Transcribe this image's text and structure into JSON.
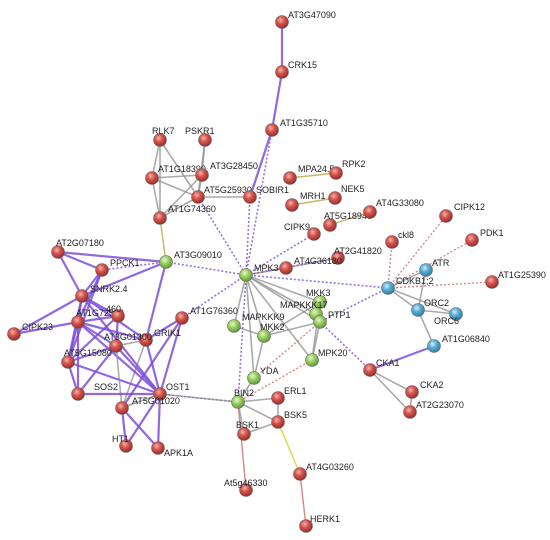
{
  "network": {
    "colors": {
      "red_node": "#c9403a",
      "green_node": "#8fcf55",
      "blue_node": "#4aa3cc",
      "edge_purple": "#7c4ddb",
      "edge_grey": "#8d8d8d",
      "edge_olive": "#b5a640",
      "edge_pink": "#cc6a6a",
      "edge_yellow": "#d9d030"
    },
    "nodes": [
      {
        "id": "AT3G47090",
        "label": "AT3G47090",
        "color": "red"
      },
      {
        "id": "CRK15",
        "label": "CRK15",
        "color": "red"
      },
      {
        "id": "AT1G35710",
        "label": "AT1G35710",
        "color": "red"
      },
      {
        "id": "RLK7",
        "label": "RLK7",
        "color": "red"
      },
      {
        "id": "PSKR1",
        "label": "PSKR1",
        "color": "red"
      },
      {
        "id": "AT1G18390",
        "label": "AT1G18390",
        "color": "red"
      },
      {
        "id": "AT3G28450",
        "label": "AT3G28450",
        "color": "red"
      },
      {
        "id": "AT5G25930",
        "label": "AT5G25930",
        "color": "red"
      },
      {
        "id": "SOBIR1",
        "label": "SOBIR1",
        "color": "red"
      },
      {
        "id": "AT1G74360",
        "label": "AT1G74360",
        "color": "red"
      },
      {
        "id": "MPA24.5",
        "label": "MPA24.5",
        "color": "red"
      },
      {
        "id": "RPK2",
        "label": "RPK2",
        "color": "red"
      },
      {
        "id": "MRH1",
        "label": "MRH1",
        "color": "red"
      },
      {
        "id": "NEK5",
        "label": "NEK5",
        "color": "red"
      },
      {
        "id": "AT5G18940",
        "label": "AT5G18940",
        "color": "red"
      },
      {
        "id": "AT4G33080",
        "label": "AT4G33080",
        "color": "red"
      },
      {
        "id": "CIPK12",
        "label": "CIPK12",
        "color": "red"
      },
      {
        "id": "CIPK9",
        "label": "CIPK9",
        "color": "red"
      },
      {
        "id": "ckl8",
        "label": "ckl8",
        "color": "red"
      },
      {
        "id": "PDK1",
        "label": "PDK1",
        "color": "red"
      },
      {
        "id": "AT2G41820",
        "label": "AT2G41820",
        "color": "red"
      },
      {
        "id": "AT2G07180",
        "label": "AT2G07180",
        "color": "red"
      },
      {
        "id": "AT3G09010",
        "label": "AT3G09010",
        "color": "green"
      },
      {
        "id": "PPCK1",
        "label": "PPCK1",
        "color": "red"
      },
      {
        "id": "MPK3",
        "label": "MPK3",
        "color": "green"
      },
      {
        "id": "AT4G36180",
        "label": "AT4G36180",
        "color": "red"
      },
      {
        "id": "ATR",
        "label": "ATR",
        "color": "blue"
      },
      {
        "id": "CDKB1;2",
        "label": "CDKB1;2",
        "color": "blue"
      },
      {
        "id": "AT1G25390",
        "label": "AT1G25390",
        "color": "red"
      },
      {
        "id": "SNRK2.4",
        "label": "SNRK2.4",
        "color": "red"
      },
      {
        "id": "AT1G72540",
        "label": "AT1G72540",
        "color": "red"
      },
      {
        "id": "AT3G46460",
        "label": "460",
        "color": "red"
      },
      {
        "id": "AT1G76360",
        "label": "AT1G76360",
        "color": "red"
      },
      {
        "id": "MKK3",
        "label": "MKK3",
        "color": "green"
      },
      {
        "id": "MAPKKK17",
        "label": "MAPKKK17",
        "color": "green"
      },
      {
        "id": "PTP1",
        "label": "PTP1",
        "color": "green"
      },
      {
        "id": "ORC2",
        "label": "ORC2",
        "color": "blue"
      },
      {
        "id": "ORC6",
        "label": "ORC6",
        "color": "blue"
      },
      {
        "id": "CIPK23",
        "label": "CIPK23",
        "color": "red"
      },
      {
        "id": "GRIK1",
        "label": "GRIK1",
        "color": "red"
      },
      {
        "id": "MAPKKK9",
        "label": "MAPKKK9",
        "color": "green"
      },
      {
        "id": "MKK2",
        "label": "MKK2",
        "color": "green"
      },
      {
        "id": "AT3G01300",
        "label": "AT3G01300",
        "color": "red"
      },
      {
        "id": "AT5G15080",
        "label": "AT5G15080",
        "color": "red"
      },
      {
        "id": "AT1G06840",
        "label": "AT1G06840",
        "color": "blue"
      },
      {
        "id": "MPK20",
        "label": "MPK20",
        "color": "green"
      },
      {
        "id": "YDA",
        "label": "YDA",
        "color": "green"
      },
      {
        "id": "CKA1",
        "label": "CKA1",
        "color": "red"
      },
      {
        "id": "SOS2",
        "label": "SOS2",
        "color": "red"
      },
      {
        "id": "OST1",
        "label": "OST1",
        "color": "red"
      },
      {
        "id": "BIN2",
        "label": "BIN2",
        "color": "green"
      },
      {
        "id": "ERL1",
        "label": "ERL1",
        "color": "red"
      },
      {
        "id": "CKA2",
        "label": "CKA2",
        "color": "red"
      },
      {
        "id": "AT5G01020",
        "label": "AT5G01020",
        "color": "red"
      },
      {
        "id": "BSK5",
        "label": "BSK5",
        "color": "red"
      },
      {
        "id": "AT2G23070",
        "label": "AT2G23070",
        "color": "red"
      },
      {
        "id": "HT1",
        "label": "HT1",
        "color": "red"
      },
      {
        "id": "APK1A",
        "label": "APK1A",
        "color": "red"
      },
      {
        "id": "BSK1",
        "label": "BSK1",
        "color": "red"
      },
      {
        "id": "AT4G03260",
        "label": "AT4G03260",
        "color": "red"
      },
      {
        "id": "At5g46330",
        "label": "At5g46330",
        "color": "red"
      },
      {
        "id": "HERK1",
        "label": "HERK1",
        "color": "red"
      }
    ],
    "edges": [
      {
        "a": "AT3G47090",
        "b": "CRK15",
        "kind": "purple"
      },
      {
        "a": "CRK15",
        "b": "AT1G35710",
        "kind": "purple"
      },
      {
        "a": "AT1G35710",
        "b": "SOBIR1",
        "kind": "purple"
      },
      {
        "a": "AT1G35710",
        "b": "MPK3",
        "kind": "purple-dot"
      },
      {
        "a": "SOBIR1",
        "b": "AT5G25930",
        "kind": "grey"
      },
      {
        "a": "SOBIR1",
        "b": "MPK3",
        "kind": "purple-dot"
      },
      {
        "a": "AT5G25930",
        "b": "AT1G18390",
        "kind": "grey"
      },
      {
        "a": "AT5G25930",
        "b": "AT3G28450",
        "kind": "grey"
      },
      {
        "a": "AT5G25930",
        "b": "AT1G74360",
        "kind": "grey"
      },
      {
        "a": "AT5G25930",
        "b": "RLK7",
        "kind": "grey"
      },
      {
        "a": "AT5G25930",
        "b": "PSKR1",
        "kind": "grey"
      },
      {
        "a": "AT5G25930",
        "b": "MPK3",
        "kind": "purple-dot"
      },
      {
        "a": "RLK7",
        "b": "AT1G18390",
        "kind": "grey"
      },
      {
        "a": "RLK7",
        "b": "AT1G74360",
        "kind": "grey"
      },
      {
        "a": "PSKR1",
        "b": "AT3G28450",
        "kind": "grey"
      },
      {
        "a": "AT1G18390",
        "b": "AT3G28450",
        "kind": "grey"
      },
      {
        "a": "AT1G18390",
        "b": "AT1G74360",
        "kind": "grey"
      },
      {
        "a": "AT1G74360",
        "b": "AT3G09010",
        "kind": "olive"
      },
      {
        "a": "AT3G28450",
        "b": "AT1G74360",
        "kind": "grey"
      },
      {
        "a": "MPA24.5",
        "b": "RPK2",
        "kind": "olive"
      },
      {
        "a": "MRH1",
        "b": "NEK5",
        "kind": "olive"
      },
      {
        "a": "AT5G18940",
        "b": "AT4G33080",
        "kind": "olive"
      },
      {
        "a": "AT3G09010",
        "b": "PPCK1",
        "kind": "purple-dot"
      },
      {
        "a": "AT3G09010",
        "b": "MPK3",
        "kind": "purple-dot"
      },
      {
        "a": "AT3G09010",
        "b": "AT2G07180",
        "kind": "purple"
      },
      {
        "a": "AT3G09010",
        "b": "SNRK2.4",
        "kind": "purple"
      },
      {
        "a": "AT3G09010",
        "b": "GRIK1",
        "kind": "purple"
      },
      {
        "a": "MPK3",
        "b": "CIPK9",
        "kind": "purple-dot"
      },
      {
        "a": "MPK3",
        "b": "AT2G41820",
        "kind": "grey"
      },
      {
        "a": "MPK3",
        "b": "AT4G36180",
        "kind": "olive"
      },
      {
        "a": "MPK3",
        "b": "MKK3",
        "kind": "grey"
      },
      {
        "a": "MPK3",
        "b": "MKK2",
        "kind": "grey"
      },
      {
        "a": "MPK3",
        "b": "MAPKKK9",
        "kind": "grey"
      },
      {
        "a": "MPK3",
        "b": "MAPKKK17",
        "kind": "grey"
      },
      {
        "a": "MPK3",
        "b": "PTP1",
        "kind": "grey"
      },
      {
        "a": "MPK3",
        "b": "YDA",
        "kind": "grey"
      },
      {
        "a": "MPK3",
        "b": "MPK20",
        "kind": "grey"
      },
      {
        "a": "MPK3",
        "b": "AT1G76360",
        "kind": "purple-dot"
      },
      {
        "a": "MPK3",
        "b": "CDKB1;2",
        "kind": "purple-dot"
      },
      {
        "a": "MPK3",
        "b": "BIN2",
        "kind": "purple-dot"
      },
      {
        "a": "AT2G41820",
        "b": "MPK3",
        "kind": "purple-dot"
      },
      {
        "a": "CDKB1;2",
        "b": "ckl8",
        "kind": "pink-dot"
      },
      {
        "a": "CDKB1;2",
        "b": "CIPK12",
        "kind": "pink-dot"
      },
      {
        "a": "CDKB1;2",
        "b": "PDK1",
        "kind": "pink-dot"
      },
      {
        "a": "CDKB1;2",
        "b": "AT1G25390",
        "kind": "pink-dot"
      },
      {
        "a": "CDKB1;2",
        "b": "ATR",
        "kind": "grey"
      },
      {
        "a": "CDKB1;2",
        "b": "ORC2",
        "kind": "grey"
      },
      {
        "a": "CDKB1;2",
        "b": "ORC6",
        "kind": "grey"
      },
      {
        "a": "CDKB1;2",
        "b": "PTP1",
        "kind": "purple-dot"
      },
      {
        "a": "ATR",
        "b": "ORC2",
        "kind": "grey"
      },
      {
        "a": "ORC2",
        "b": "ORC6",
        "kind": "grey"
      },
      {
        "a": "ORC2",
        "b": "AT1G06840",
        "kind": "grey"
      },
      {
        "a": "AT1G06840",
        "b": "CKA1",
        "kind": "purple"
      },
      {
        "a": "CKA1",
        "b": "CKA2",
        "kind": "grey"
      },
      {
        "a": "CKA1",
        "b": "AT2G23070",
        "kind": "grey"
      },
      {
        "a": "CKA2",
        "b": "AT2G23070",
        "kind": "grey"
      },
      {
        "a": "PTP1",
        "b": "CKA1",
        "kind": "purple-dot"
      },
      {
        "a": "PTP1",
        "b": "MKK2",
        "kind": "grey"
      },
      {
        "a": "PTP1",
        "b": "MPK20",
        "kind": "grey"
      },
      {
        "a": "PTP1",
        "b": "YDA",
        "kind": "pink-dot"
      },
      {
        "a": "MKK3",
        "b": "MKK2",
        "kind": "grey"
      },
      {
        "a": "MKK3",
        "b": "MPK20",
        "kind": "grey"
      },
      {
        "a": "MAPKKK17",
        "b": "MKK3",
        "kind": "grey"
      },
      {
        "a": "MAPKKK9",
        "b": "MKK2",
        "kind": "grey"
      },
      {
        "a": "MKK2",
        "b": "YDA",
        "kind": "grey"
      },
      {
        "a": "YDA",
        "b": "BIN2",
        "kind": "grey"
      },
      {
        "a": "MPK20",
        "b": "BIN2",
        "kind": "pink-dot"
      },
      {
        "a": "BIN2",
        "b": "ERL1",
        "kind": "grey"
      },
      {
        "a": "BIN2",
        "b": "BSK5",
        "kind": "grey"
      },
      {
        "a": "BIN2",
        "b": "BSK1",
        "kind": "grey"
      },
      {
        "a": "BIN2",
        "b": "OST1",
        "kind": "purple-dot"
      },
      {
        "a": "BIN2",
        "b": "At5g46330",
        "kind": "pink"
      },
      {
        "a": "BSK1",
        "b": "BSK5",
        "kind": "grey"
      },
      {
        "a": "BSK5",
        "b": "ERL1",
        "kind": "grey"
      },
      {
        "a": "BSK5",
        "b": "AT4G03260",
        "kind": "yellow"
      },
      {
        "a": "AT4G03260",
        "b": "HERK1",
        "kind": "pink"
      },
      {
        "a": "GRIK1",
        "b": "OST1",
        "kind": "purple"
      },
      {
        "a": "GRIK1",
        "b": "SNRK2.4",
        "kind": "purple"
      },
      {
        "a": "GRIK1",
        "b": "AT1G76360",
        "kind": "purple"
      },
      {
        "a": "GRIK1",
        "b": "AT3G01300",
        "kind": "grey"
      },
      {
        "a": "GRIK1",
        "b": "AT5G01020",
        "kind": "grey"
      },
      {
        "a": "GRIK1",
        "b": "AT1G72540",
        "kind": "purple"
      },
      {
        "a": "AT2G07180",
        "b": "PPCK1",
        "kind": "purple"
      },
      {
        "a": "AT2G07180",
        "b": "SNRK2.4",
        "kind": "purple"
      },
      {
        "a": "PPCK1",
        "b": "SNRK2.4",
        "kind": "purple"
      },
      {
        "a": "PPCK1",
        "b": "AT1G72540",
        "kind": "purple"
      },
      {
        "a": "PPCK1",
        "b": "AT5G15080",
        "kind": "purple"
      },
      {
        "a": "SNRK2.4",
        "b": "AT1G72540",
        "kind": "purple"
      },
      {
        "a": "SNRK2.4",
        "b": "AT3G46460",
        "kind": "purple"
      },
      {
        "a": "SNRK2.4",
        "b": "CIPK23",
        "kind": "purple"
      },
      {
        "a": "SNRK2.4",
        "b": "AT5G15080",
        "kind": "purple"
      },
      {
        "a": "SNRK2.4",
        "b": "OST1",
        "kind": "purple"
      },
      {
        "a": "AT1G72540",
        "b": "AT3G46460",
        "kind": "purple"
      },
      {
        "a": "AT1G72540",
        "b": "CIPK23",
        "kind": "purple"
      },
      {
        "a": "AT1G72540",
        "b": "AT5G15080",
        "kind": "purple"
      },
      {
        "a": "AT1G72540",
        "b": "AT3G01300",
        "kind": "purple"
      },
      {
        "a": "AT1G72540",
        "b": "SOS2",
        "kind": "purple"
      },
      {
        "a": "AT1G72540",
        "b": "OST1",
        "kind": "purple"
      },
      {
        "a": "AT3G46460",
        "b": "AT5G15080",
        "kind": "purple"
      },
      {
        "a": "AT3G46460",
        "b": "AT3G01300",
        "kind": "purple"
      },
      {
        "a": "AT5G15080",
        "b": "SOS2",
        "kind": "purple"
      },
      {
        "a": "AT5G15080",
        "b": "OST1",
        "kind": "purple"
      },
      {
        "a": "AT5G15080",
        "b": "AT3G01300",
        "kind": "purple"
      },
      {
        "a": "AT3G01300",
        "b": "AT5G01020",
        "kind": "grey"
      },
      {
        "a": "AT3G01300",
        "b": "SOS2",
        "kind": "purple"
      },
      {
        "a": "AT3G01300",
        "b": "OST1",
        "kind": "purple"
      },
      {
        "a": "SOS2",
        "b": "OST1",
        "kind": "purple"
      },
      {
        "a": "OST1",
        "b": "AT5G01020",
        "kind": "grey"
      },
      {
        "a": "OST1",
        "b": "HT1",
        "kind": "purple"
      },
      {
        "a": "OST1",
        "b": "APK1A",
        "kind": "purple"
      },
      {
        "a": "OST1",
        "b": "BIN2",
        "kind": "grey"
      },
      {
        "a": "AT5G01020",
        "b": "HT1",
        "kind": "purple"
      },
      {
        "a": "AT5G01020",
        "b": "APK1A",
        "kind": "purple"
      },
      {
        "a": "AT1G76360",
        "b": "AT5G01020",
        "kind": "purple"
      },
      {
        "a": "AT1G76360",
        "b": "OST1",
        "kind": "purple"
      }
    ]
  }
}
